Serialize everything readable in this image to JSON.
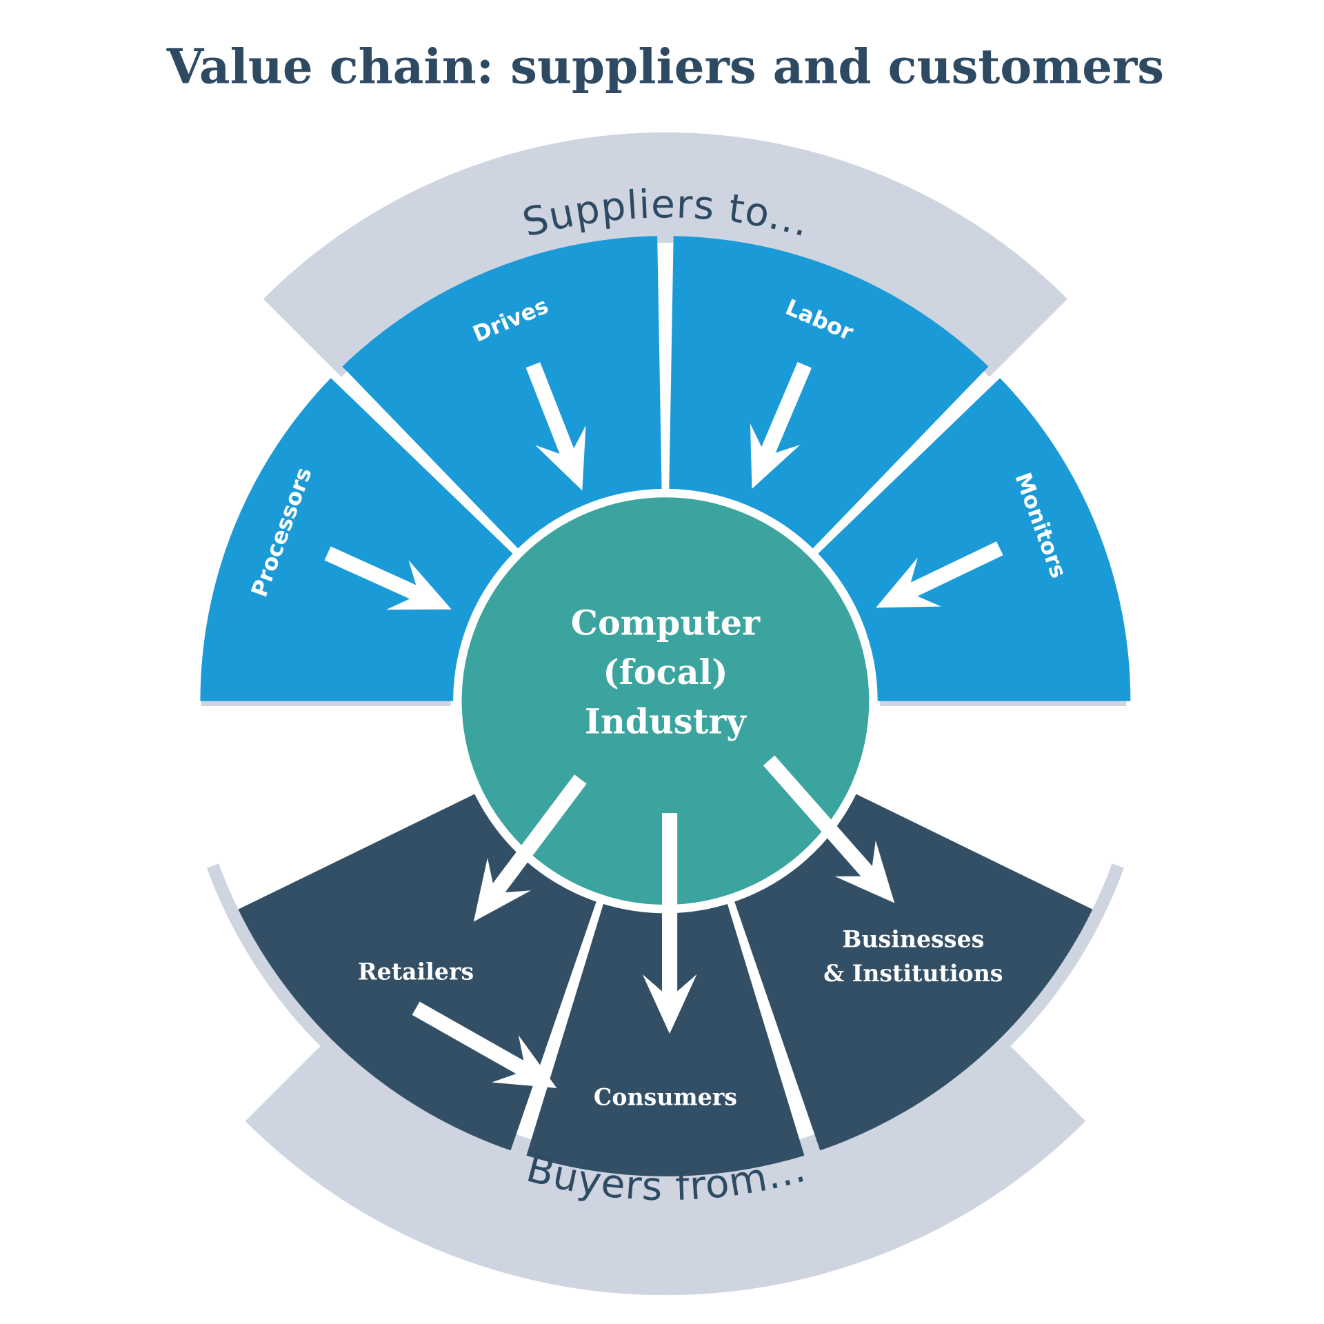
{
  "title": "Value chain: suppliers and customers",
  "colors": {
    "supplier_fill": "#1a9ad6",
    "customer_fill": "#324f66",
    "focal_fill": "#3ba49e",
    "band_fill": "#ced5e1",
    "text_dark": "#2e4a63",
    "text_light": "#ffffff"
  },
  "suppliers_band_label": "Suppliers to...",
  "buyers_band_label": "Buyers from...",
  "focal": {
    "lines": [
      "Computer",
      "(focal)",
      "Industry"
    ]
  },
  "suppliers": [
    {
      "label": "Processors"
    },
    {
      "label": "Drives"
    },
    {
      "label": "Labor"
    },
    {
      "label": "Monitors"
    }
  ],
  "customers": [
    {
      "label": "Retailers"
    },
    {
      "label": "Consumers"
    },
    {
      "label": "Businesses",
      "label2": "& Institutions"
    }
  ],
  "flows": [
    {
      "from": "Processors",
      "to": "Computer (focal) Industry"
    },
    {
      "from": "Drives",
      "to": "Computer (focal) Industry"
    },
    {
      "from": "Labor",
      "to": "Computer (focal) Industry"
    },
    {
      "from": "Monitors",
      "to": "Computer (focal) Industry"
    },
    {
      "from": "Computer (focal) Industry",
      "to": "Retailers"
    },
    {
      "from": "Computer (focal) Industry",
      "to": "Consumers"
    },
    {
      "from": "Computer (focal) Industry",
      "to": "Businesses & Institutions"
    },
    {
      "from": "Retailers",
      "to": "Consumers"
    }
  ]
}
